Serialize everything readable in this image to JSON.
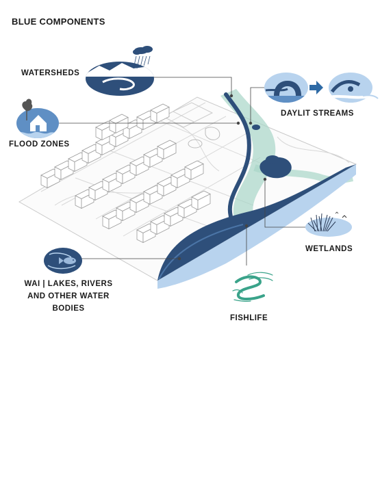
{
  "title": "BLUE COMPONENTS",
  "labels": {
    "watersheds": "WATERSHEDS",
    "flood_zones": "FLOOD ZONES",
    "daylit_streams": "DAYLIT STREAMS",
    "wetlands": "WETLANDS",
    "wai_line1": "WAI | LAKES, RIVERS",
    "wai_line2": "AND OTHER WATER",
    "wai_line3": "BODIES",
    "fishlife": "FISHLIFE"
  },
  "icons": {
    "watersheds": "watershed-icon",
    "flood_zones": "flood-house-icon",
    "daylit_streams": "daylight-stream-icon",
    "wetlands": "wetland-icon",
    "wai": "fish-icon",
    "fishlife": "fishlife-river-icon"
  },
  "colors": {
    "navy": "#2e4f7a",
    "mid_blue": "#5f8fc4",
    "light_blue": "#b8d3ee",
    "teal": "#a8d5c8",
    "fish_green": "#3aa38a",
    "line": "#cfcfcf"
  }
}
